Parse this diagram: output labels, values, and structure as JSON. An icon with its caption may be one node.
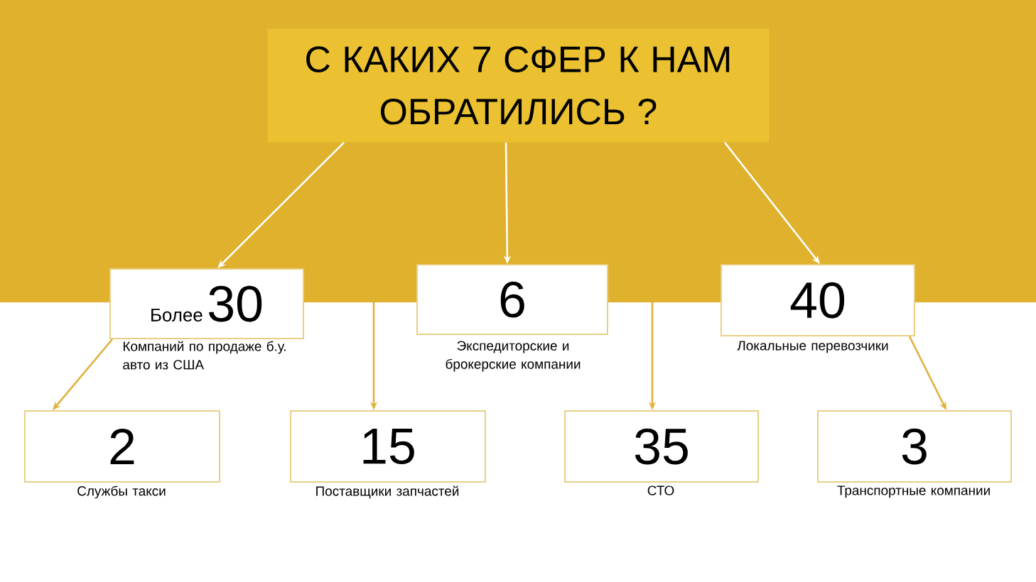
{
  "diagram": {
    "nodes": [
      {
        "text": [
          "С КАКИХ 7 СФЕР К НАМ ОБРАТИЛИСЬ ?"
        ]
      },
      {
        "text": [
          "Более",
          "30"
        ],
        "beside": [
          "Компаний по продаже б.у. авто из США"
        ]
      },
      {
        "text": [
          "6"
        ],
        "beside": [
          "Экспедиторские и брокерские компании"
        ]
      },
      {
        "text": [
          "40"
        ],
        "beside": [
          "Локальные перевозчики"
        ]
      },
      {
        "text": [
          "2"
        ],
        "beside": [
          "Службы такси"
        ]
      },
      {
        "text": [
          "15"
        ],
        "beside": [
          "Поставщики запчастей"
        ]
      },
      {
        "text": [
          "35"
        ],
        "beside": [
          "СТО"
        ]
      },
      {
        "text": [
          "3"
        ],
        "beside": [
          "Транспортные компании"
        ]
      }
    ],
    "edges": [
      {
        "from": 0,
        "to": 1,
        "arrow": "to",
        "color": "#ffffff"
      },
      {
        "from": 0,
        "to": 2,
        "arrow": "to",
        "color": "#ffffff"
      },
      {
        "from": 0,
        "to": 3,
        "arrow": "to",
        "color": "#ffffff"
      },
      {
        "from": 1,
        "to": 4,
        "arrow": "to"
      },
      {
        "from": null,
        "to": 5,
        "arrow": "to"
      },
      {
        "from": null,
        "to": 6,
        "arrow": "to"
      },
      {
        "from": 3,
        "to": 7,
        "arrow": "to"
      }
    ]
  }
}
